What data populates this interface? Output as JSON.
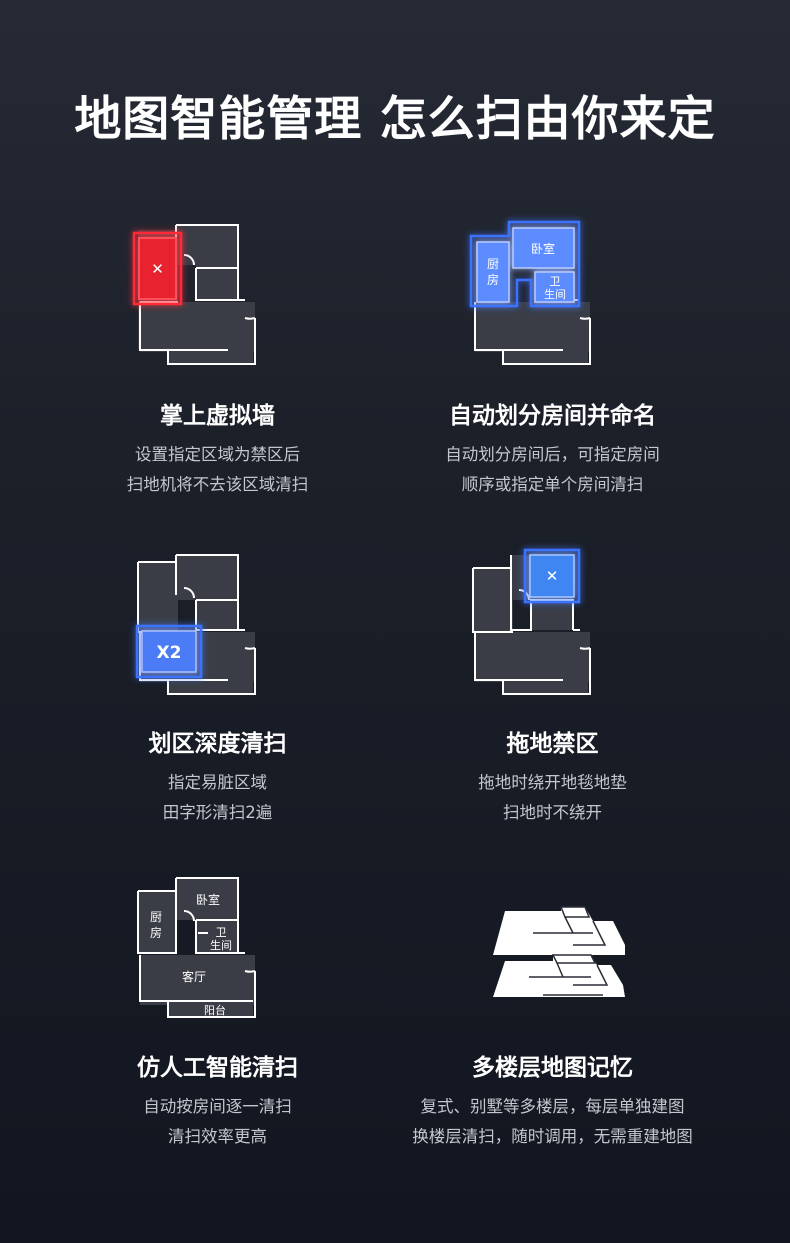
{
  "page": {
    "title": "地图智能管理  怎么扫由你来定"
  },
  "features": [
    {
      "title": "掌上虚拟墙",
      "desc1": "设置指定区域为禁区后",
      "desc2": "扫地机将不去该区域清扫",
      "marker": "✕"
    },
    {
      "title": "自动划分房间并命名",
      "desc1": "自动划分房间后，可指定房间",
      "desc2": "顺序或指定单个房间清扫",
      "rooms": {
        "kitchen1": "厨",
        "kitchen2": "房",
        "bedroom": "卧室",
        "bath1": "卫",
        "bath2": "生间"
      }
    },
    {
      "title": "划区深度清扫",
      "desc1": "指定易脏区域",
      "desc2": "田字形清扫2遍",
      "marker": "X2"
    },
    {
      "title": "拖地禁区",
      "desc1": "拖地时绕开地毯地垫",
      "desc2": "扫地时不绕开",
      "marker": "✕"
    },
    {
      "title": "仿人工智能清扫",
      "desc1": "自动按房间逐一清扫",
      "desc2": "清扫效率更高",
      "rooms": {
        "kitchen1": "厨",
        "kitchen2": "房",
        "bedroom": "卧室",
        "bath1": "卫",
        "bath2": "生间",
        "living": "客厅",
        "balcony": "阳台"
      }
    },
    {
      "title": "多楼层地图记忆",
      "desc1": "复式、别墅等多楼层，每层单独建图",
      "desc2": "换楼层清扫，随时调用，无需重建地图"
    }
  ],
  "colors": {
    "red_zone": "#ff2a36",
    "blue_zone": "#3a73ff",
    "floor": "#3a3d46"
  }
}
